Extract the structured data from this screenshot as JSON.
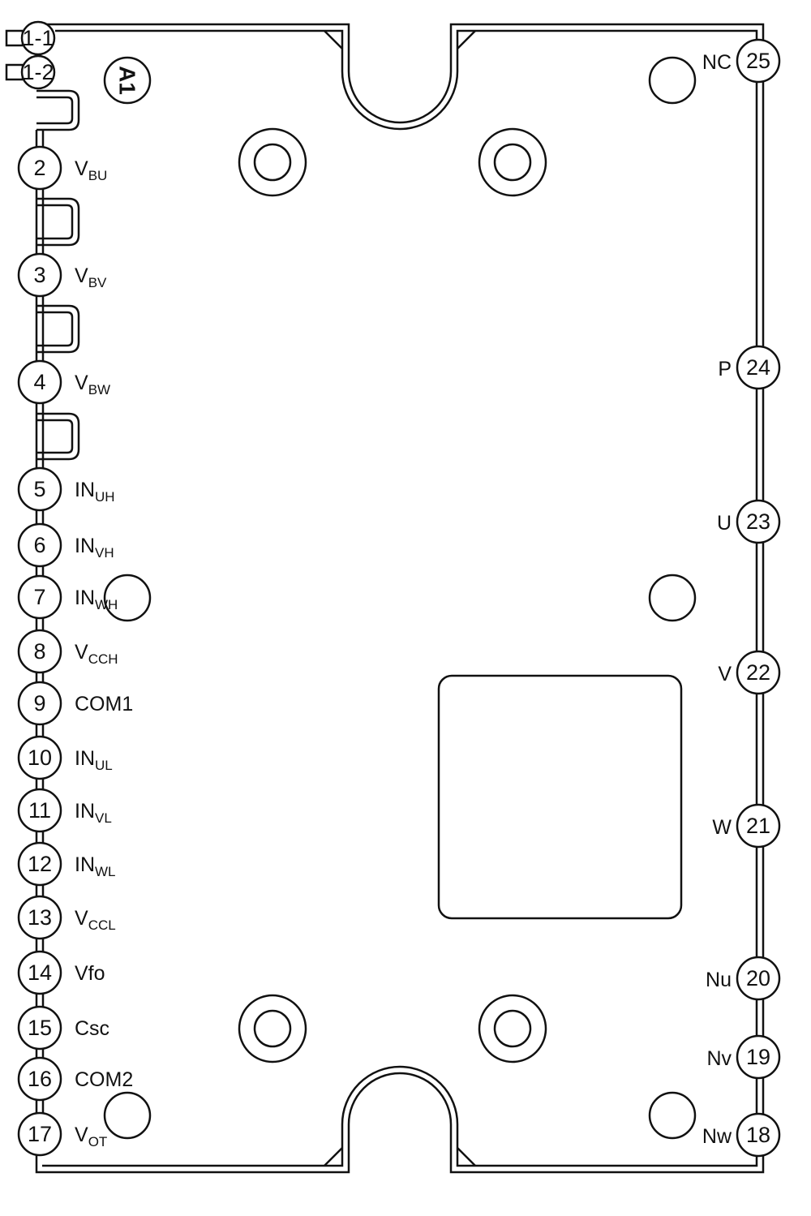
{
  "marking": "A1",
  "left_pins": [
    {
      "number": "1-1",
      "label": "",
      "sub": ""
    },
    {
      "number": "1-2",
      "label": "",
      "sub": ""
    },
    {
      "number": "2",
      "label": "V",
      "sub": "BU"
    },
    {
      "number": "3",
      "label": "V",
      "sub": "BV"
    },
    {
      "number": "4",
      "label": "V",
      "sub": "BW"
    },
    {
      "number": "5",
      "label": "IN",
      "sub": "UH"
    },
    {
      "number": "6",
      "label": "IN",
      "sub": "VH"
    },
    {
      "number": "7",
      "label": "IN",
      "sub": "WH"
    },
    {
      "number": "8",
      "label": "V",
      "sub": "CCH"
    },
    {
      "number": "9",
      "label": "COM1",
      "sub": ""
    },
    {
      "number": "10",
      "label": "IN",
      "sub": "UL"
    },
    {
      "number": "11",
      "label": "IN",
      "sub": "VL"
    },
    {
      "number": "12",
      "label": "IN",
      "sub": "WL"
    },
    {
      "number": "13",
      "label": "V",
      "sub": "CCL"
    },
    {
      "number": "14",
      "label": "Vfo",
      "sub": ""
    },
    {
      "number": "15",
      "label": "Csc",
      "sub": ""
    },
    {
      "number": "16",
      "label": "COM2",
      "sub": ""
    },
    {
      "number": "17",
      "label": "V",
      "sub": "OT"
    }
  ],
  "right_pins": [
    {
      "number": "25",
      "label": "NC"
    },
    {
      "number": "24",
      "label": "P"
    },
    {
      "number": "23",
      "label": "U"
    },
    {
      "number": "22",
      "label": "V"
    },
    {
      "number": "21",
      "label": "W"
    },
    {
      "number": "20",
      "label": "Nu"
    },
    {
      "number": "19",
      "label": "Nv"
    },
    {
      "number": "18",
      "label": "Nw"
    }
  ]
}
